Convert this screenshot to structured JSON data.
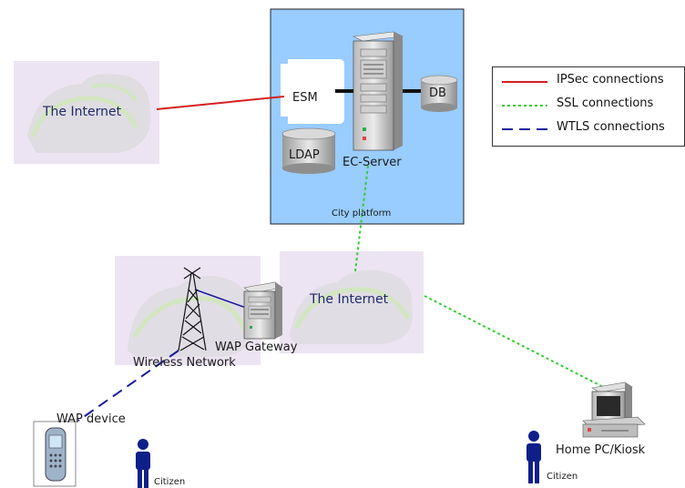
{
  "legend": [
    {
      "label": "IPSec connections",
      "color": "#d42020",
      "style": "solid"
    },
    {
      "label": "SSL connections",
      "color": "#33cc33",
      "style": "dotted"
    },
    {
      "label": "WTLS connections",
      "color": "#1a1a9e",
      "style": "dashed"
    }
  ],
  "clouds": {
    "internet_top": "The Internet",
    "internet_mid": "The Internet"
  },
  "platform": {
    "caption": "City platform",
    "esm": "ESM",
    "ldap": "LDAP",
    "db": "DB",
    "server": "EC-Server"
  },
  "nodes": {
    "wap_gateway": "WAP Gateway",
    "wireless_network": "Wireless Network",
    "wap_device": "WAP device",
    "home_pc": "Home PC/Kiosk",
    "citizen_left": "Citizen",
    "citizen_right": "Citizen"
  },
  "colors": {
    "platform_bg": "#99ccff",
    "cloud_bg": "#ece4f2",
    "person": "#0f1f8a"
  }
}
